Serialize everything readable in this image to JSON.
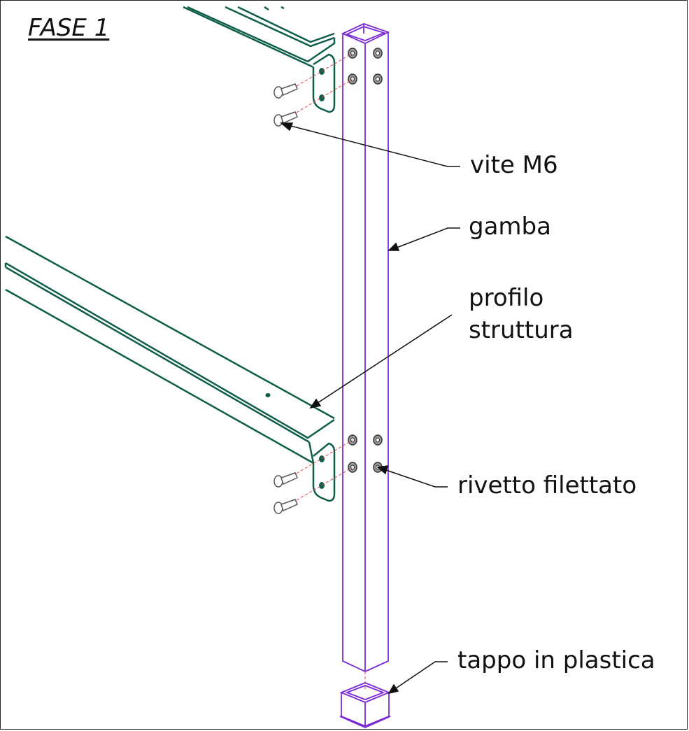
{
  "title": "FASE 1",
  "labels": {
    "vite": "vite M6",
    "gamba": "gamba",
    "profilo_line1": "profilo",
    "profilo_line2": "struttura",
    "rivetto": "rivetto filettato",
    "tappo": "tappo in plastica"
  },
  "colors": {
    "profile": "#0e5e4a",
    "leg": "#7a2bd6",
    "screw": "#666666",
    "axis": "#e04040",
    "text": "#111111"
  }
}
